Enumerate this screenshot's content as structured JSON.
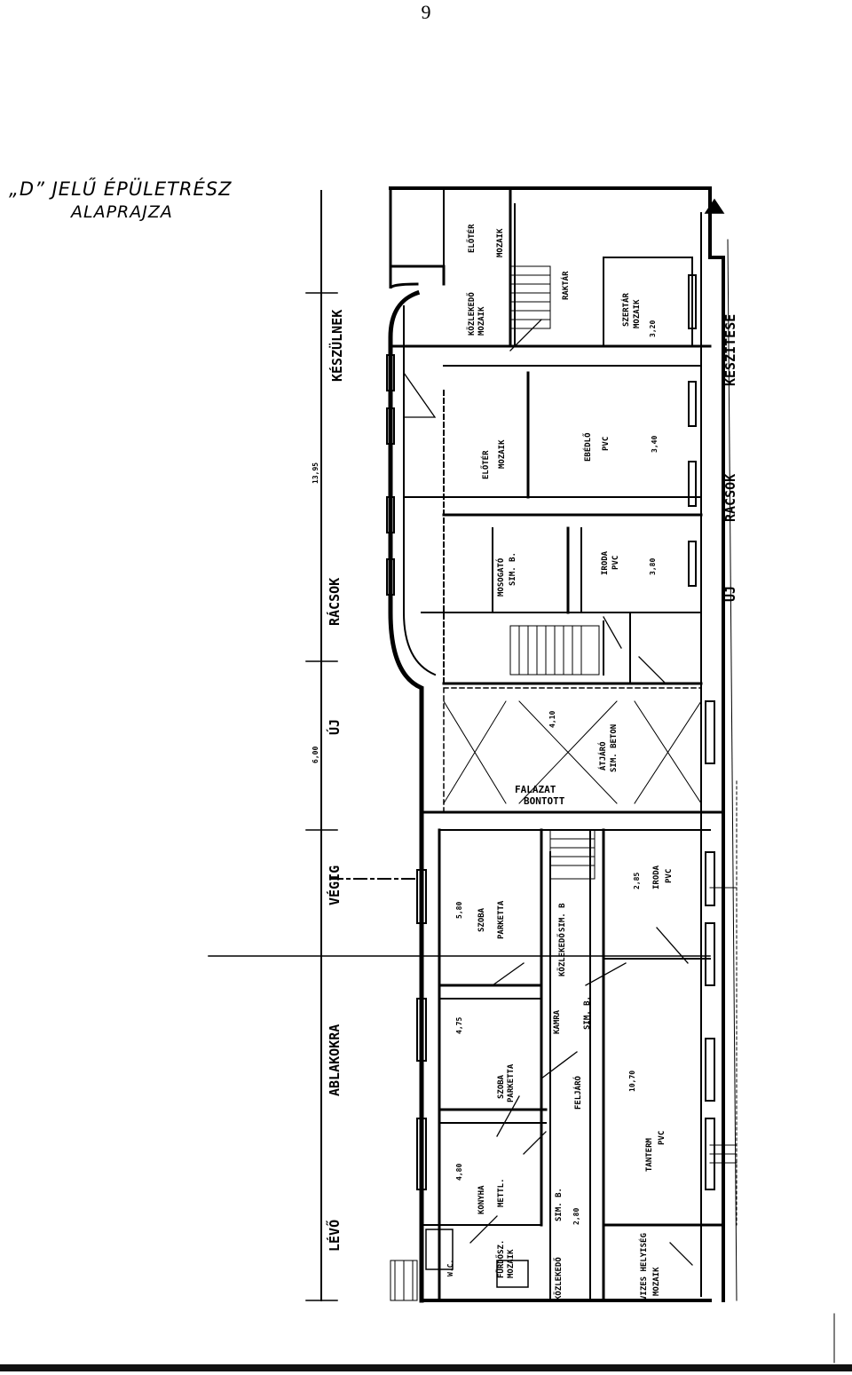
{
  "page_number": "9",
  "title": {
    "line1": "„D” JELŰ ÉPÜLETRÉSZ",
    "line2": "ALAPRAJZA"
  },
  "street_labels": {
    "keszulnek": "KÉSZÜLNEK",
    "racsok": "RÁCSOK",
    "uj": "ÚJ",
    "vegig": "VÉGIG",
    "ablakokra": "ABLAKOKRA",
    "levo": "LÉVŐ",
    "keszitese": "KÉSZÍTÉSE",
    "racsok2": "RÁCSOK",
    "uj2": "ÚJ"
  },
  "rooms": {
    "eloter1": "ELŐTÉR",
    "eloter1_floor": "MOZAIK",
    "kozlekedo1": "KÖZLEKEDŐ",
    "kozlekedo1_floor": "MOZAIK",
    "raktar": "RAKTÁR",
    "szertar": "SZERTÁR",
    "szertar_floor": "MOZAIK",
    "eloter2": "ELŐTÉR",
    "eloter2_floor": "MOZAIK",
    "ebedlo": "EBÉDLŐ",
    "ebedlo_floor": "PVC",
    "mosogato": "MOSOGATÓ",
    "mosogato_floor": "SIM. B.",
    "iroda1": "IRODA",
    "iroda1_floor": "PVC",
    "atjaro": "ÁTJÁRÓ",
    "atjaro_floor": "SIM. BETON",
    "falazat": "FALAZAT",
    "bontott": "BONTOTT",
    "szoba1": "SZOBA",
    "szoba1_floor": "PARKETTA",
    "kozlekedo2": "KÖZLEKEDŐ",
    "kozlekedo2_floor": "SIM. B",
    "iroda2": "IRODA",
    "iroda2_floor": "PVC",
    "kamra": "KAMRA",
    "kamra_floor": "SIM. B.",
    "szoba2": "SZOBA",
    "szoba2_floor": "PARKETTA",
    "feljaro": "FELJÁRÓ",
    "tanterem": "TANTERM",
    "tanterem_floor": "PVC",
    "konyha": "KONYHA",
    "konyha_floor": "METTL.",
    "simb": "SIM. B.",
    "furdoszoba": "FÜRDŐSZ.",
    "furdoszoba_floor": "MOZAIK",
    "kozlekedo3": "KÖZLEKEDŐ",
    "wc": "W.C.",
    "vizes": "VIZES HELYISÉG",
    "vizes_floor": "MOZAIK"
  },
  "dimensions": {
    "d1": "13,95",
    "d2": "6,00",
    "d3": "3,40",
    "d4": "5,80",
    "d5": "4,75",
    "d6": "2,85",
    "d7": "3,20",
    "d8": "10,70",
    "d9": "3,80",
    "d10": "2,80",
    "d11": "4,80",
    "d12": "4,10"
  }
}
